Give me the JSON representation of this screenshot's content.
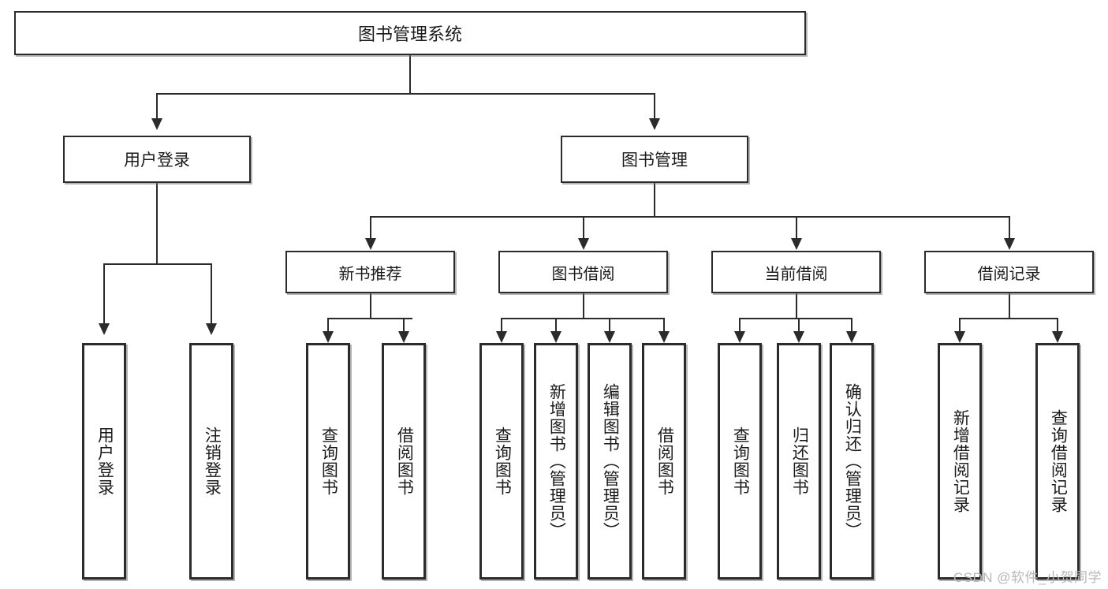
{
  "diagram": {
    "type": "tree-hierarchy-chart",
    "title": "图书管理系统",
    "root": {
      "label": "图书管理系统"
    },
    "level2": [
      {
        "label": "用户登录"
      },
      {
        "label": "图书管理"
      }
    ],
    "level3": [
      {
        "label": "新书推荐"
      },
      {
        "label": "图书借阅"
      },
      {
        "label": "当前借阅"
      },
      {
        "label": "借阅记录"
      }
    ],
    "leaves": {
      "user_login": [
        {
          "label": "用户登录"
        },
        {
          "label": "注销登录"
        }
      ],
      "new_book_recommend": [
        {
          "label": "查询图书"
        },
        {
          "label": "借阅图书"
        }
      ],
      "book_borrow": [
        {
          "label": "查询图书"
        },
        {
          "label": "新增图书（管理员）"
        },
        {
          "label": "编辑图书（管理员）"
        },
        {
          "label": "借阅图书"
        }
      ],
      "current_borrow": [
        {
          "label": "查询图书"
        },
        {
          "label": "归还图书"
        },
        {
          "label": "确认归还（管理员）"
        }
      ],
      "borrow_record": [
        {
          "label": "新增借阅记录"
        },
        {
          "label": "查询借阅记录"
        }
      ]
    }
  },
  "watermark": {
    "text": "CSDN @软件_小贺同学"
  },
  "colors": {
    "stroke": "#2b2b2b",
    "background": "#ffffff",
    "text": "#1b1b1b",
    "watermark": "#b8b8b8"
  }
}
